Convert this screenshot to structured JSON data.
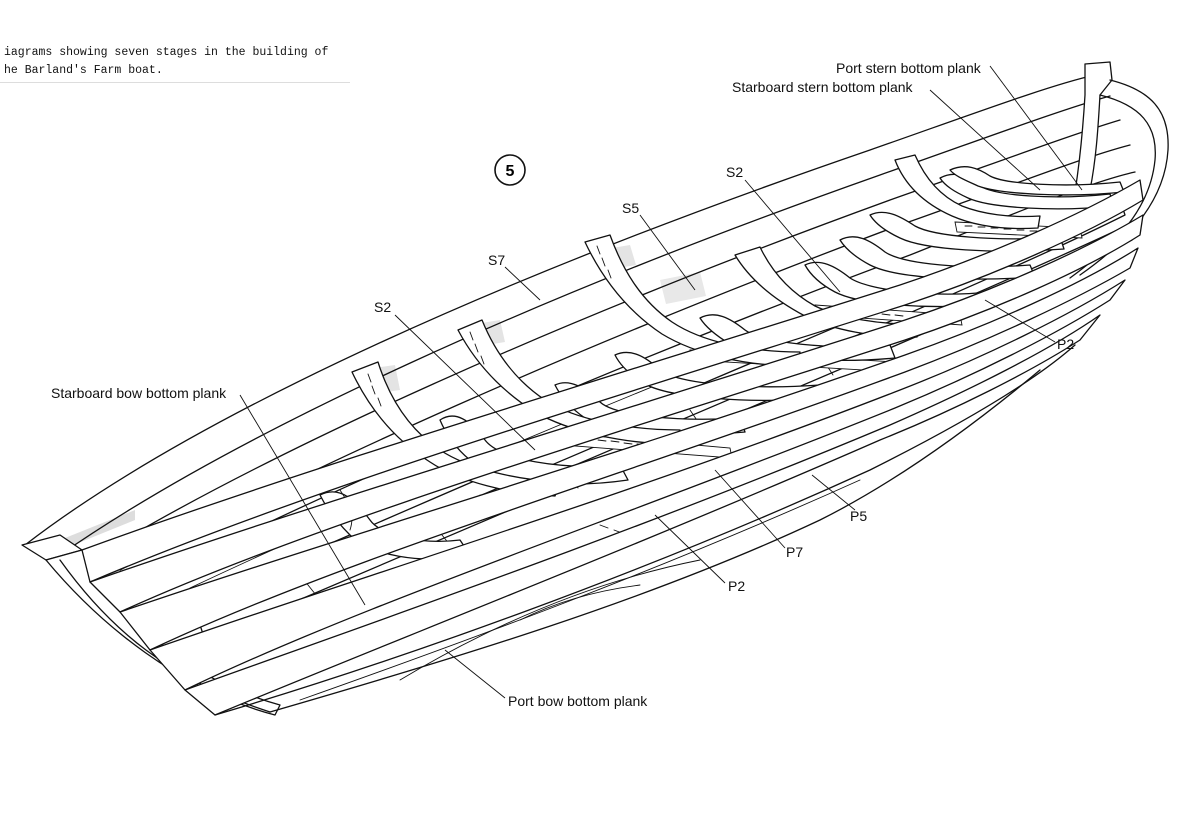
{
  "caption": {
    "line1": "iagrams showing seven stages in the building of",
    "line2": "he Barland's Farm boat."
  },
  "stage_number": "5",
  "labels": {
    "port_stern_bottom_plank": "Port stern bottom plank",
    "starboard_stern_bottom_plank": "Starboard stern bottom plank",
    "s2_aft": "S2",
    "s5": "S5",
    "s7": "S7",
    "s2_fwd": "S2",
    "starboard_bow_bottom_plank": "Starboard bow bottom plank",
    "p2_aft": "P2",
    "p5": "P5",
    "p7": "P7",
    "p2_fwd": "P2",
    "port_bow_bottom_plank": "Port bow bottom plank"
  }
}
